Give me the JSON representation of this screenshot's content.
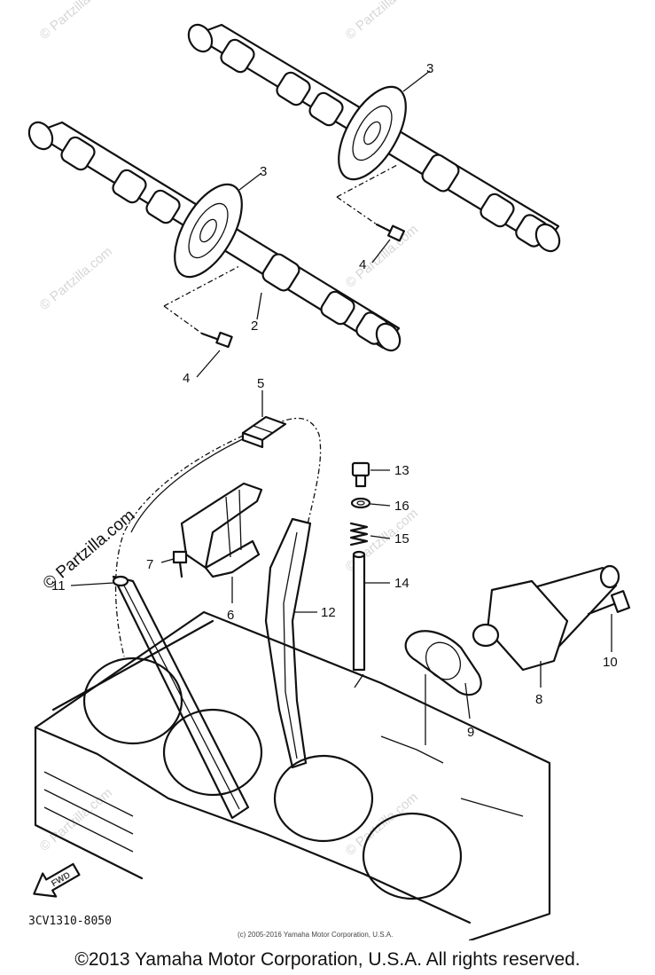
{
  "diagram_code": "3CV1310-8050",
  "small_copyright": "(c) 2005-2016 Yamaha Motor Corporation, U.S.A.",
  "footer_copyright": "©2013 Yamaha Motor Corporation, U.S.A. All rights reserved.",
  "watermark_text": "© Partzilla.com",
  "fwd_label": "FWD",
  "colors": {
    "line": "#111111",
    "watermark": "#d6d6d6",
    "background": "#ffffff"
  },
  "callouts": [
    "3",
    "3",
    "2",
    "4",
    "4",
    "5",
    "13",
    "16",
    "15",
    "14",
    "7",
    "11",
    "6",
    "12",
    "8",
    "10",
    "9"
  ]
}
